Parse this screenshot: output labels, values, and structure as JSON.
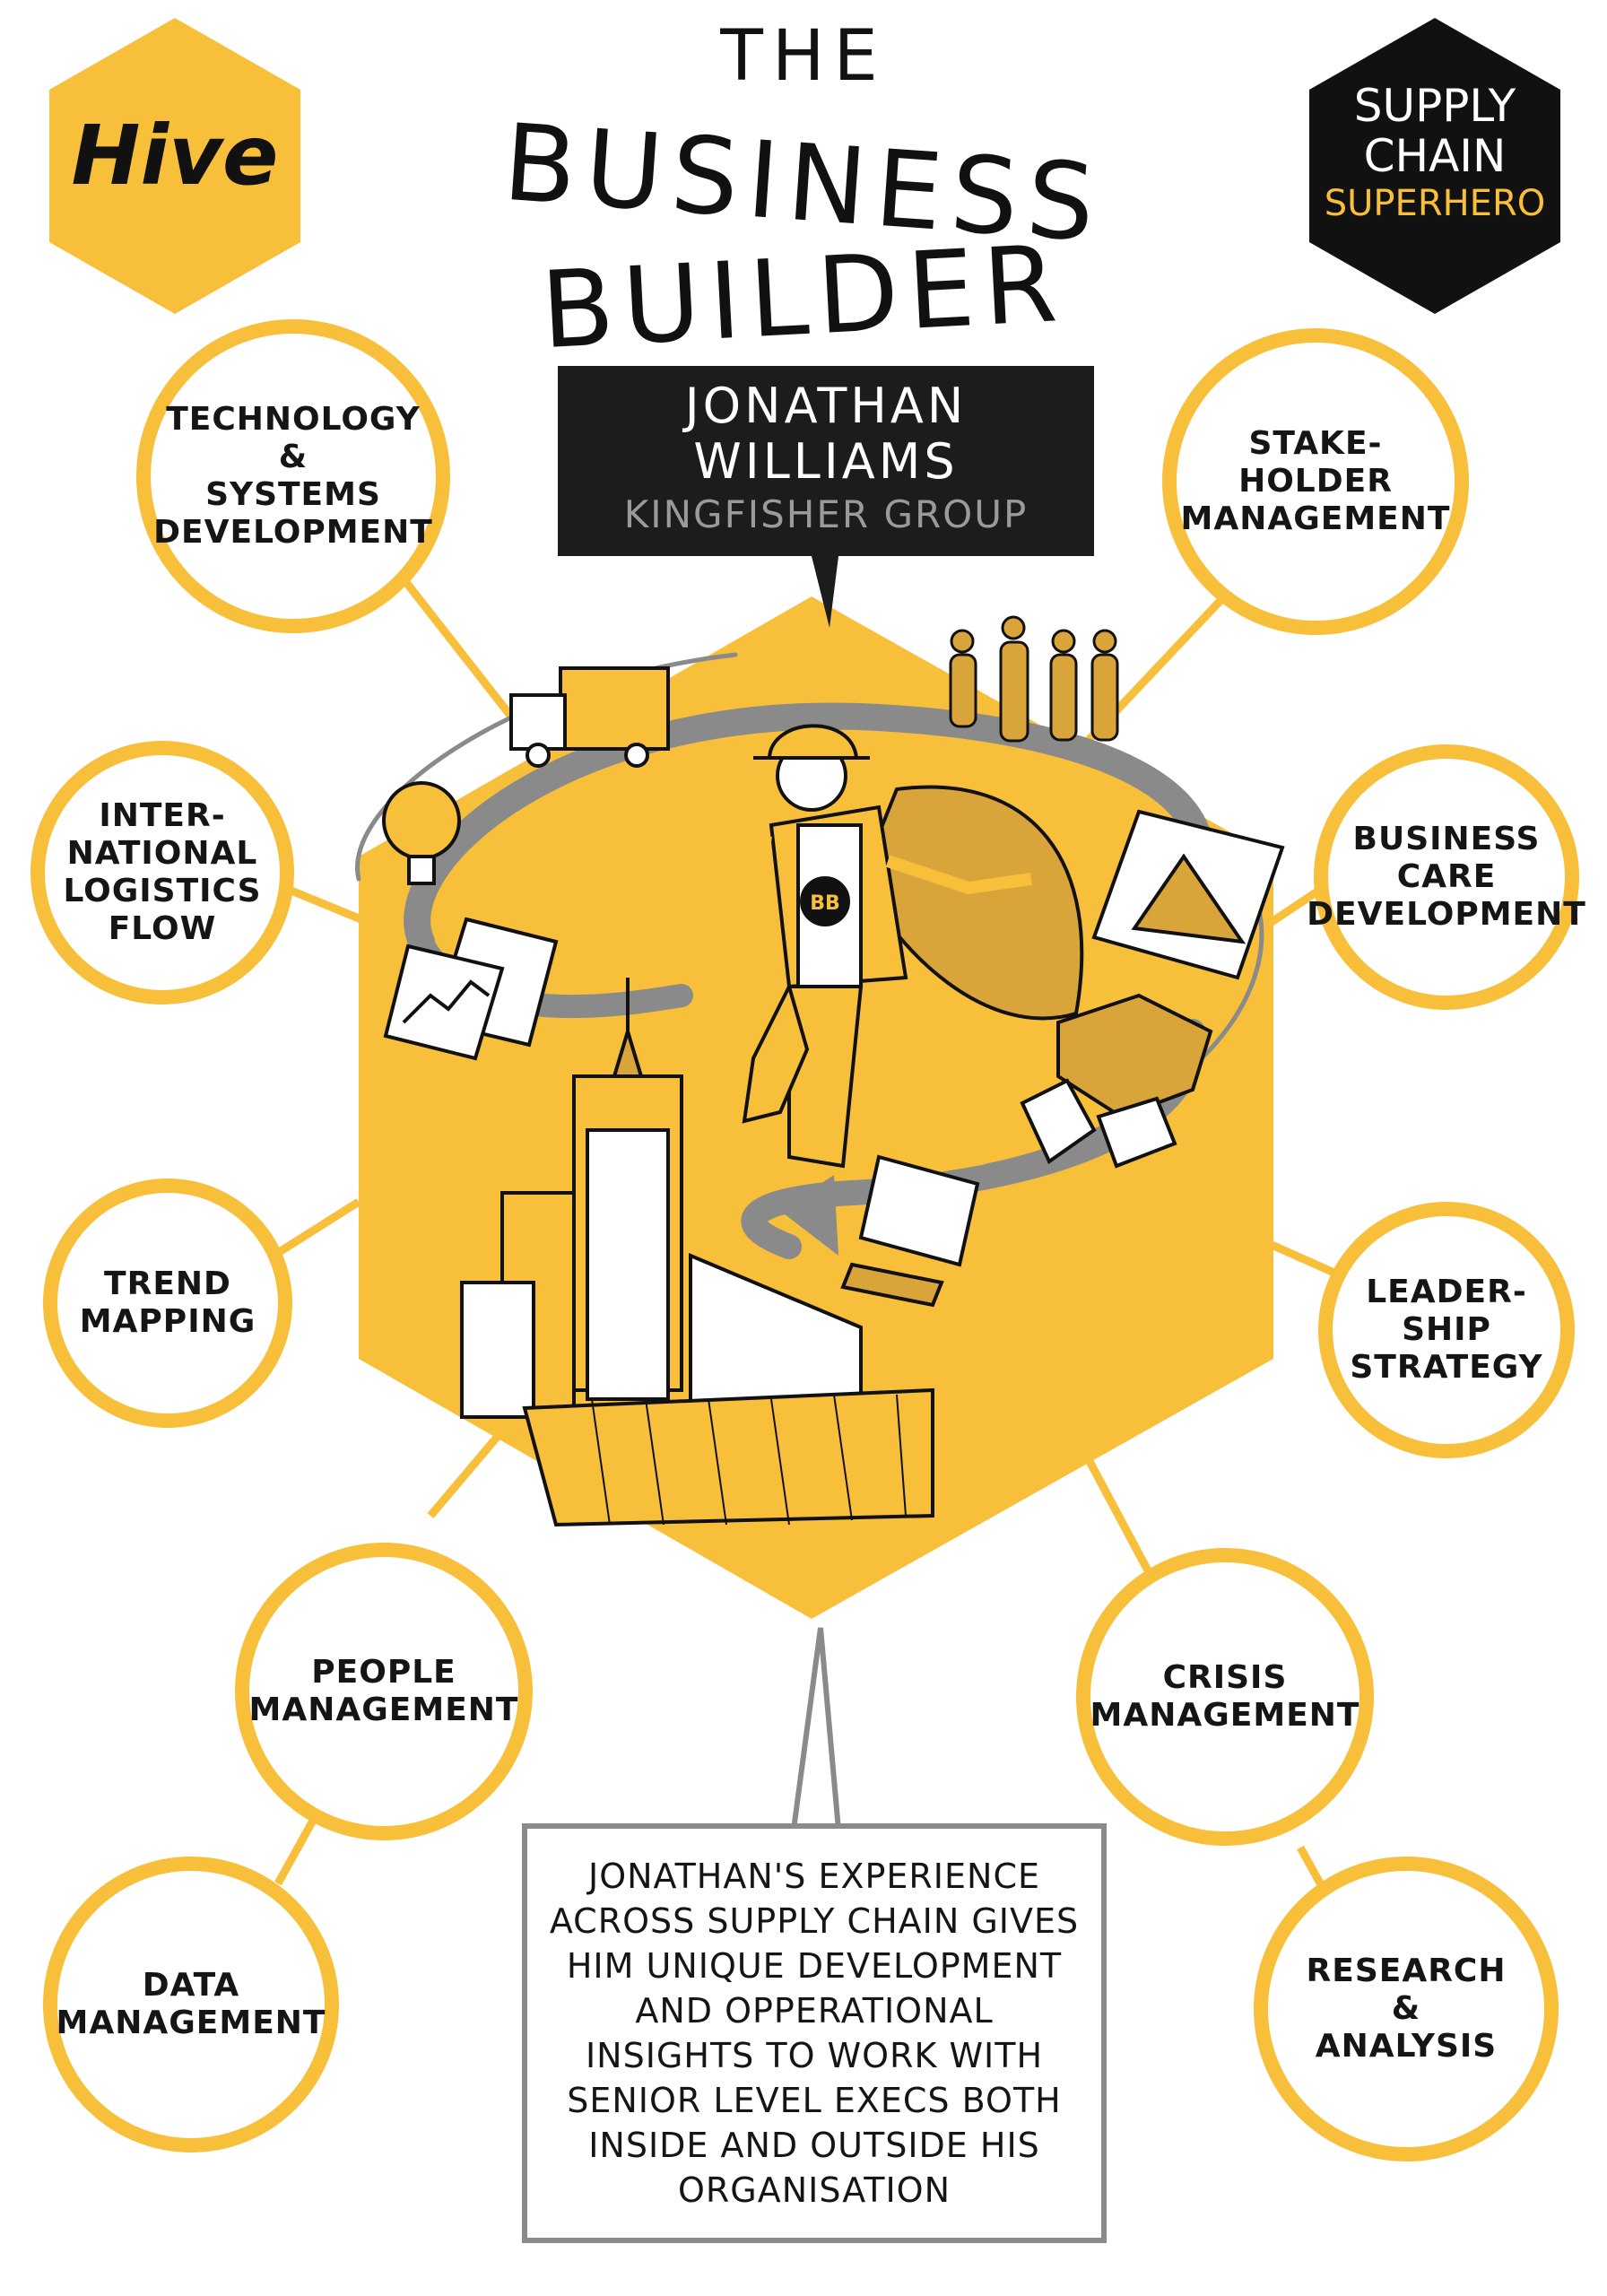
{
  "logo": {
    "text": "Hive",
    "color": "#f7bf3a"
  },
  "badge": {
    "line1": "SUPPLY",
    "line2": "CHAIN",
    "line3": "SUPERHERO",
    "accent": "#f7bf3a"
  },
  "title": {
    "line1": "THE",
    "line2": "BUSINESS",
    "line3": "BUILDER"
  },
  "person": {
    "name_line1": "JONATHAN",
    "name_line2": "WILLIAMS",
    "company": "KINGFISHER GROUP"
  },
  "chest_badge": "BB",
  "nodes": [
    {
      "id": "technology",
      "lines": [
        "TECHNOLOGY",
        "&",
        "SYSTEMS",
        "DEVELOPMENT"
      ]
    },
    {
      "id": "stakeholder",
      "lines": [
        "STAKE-",
        "HOLDER",
        "MANAGEMENT"
      ]
    },
    {
      "id": "logistics",
      "lines": [
        "INTER-",
        "NATIONAL",
        "LOGISTICS",
        "FLOW"
      ]
    },
    {
      "id": "business-care",
      "lines": [
        "BUSINESS",
        "CARE",
        "DEVELOPMENT"
      ]
    },
    {
      "id": "trend",
      "lines": [
        "TREND",
        "MAPPING"
      ]
    },
    {
      "id": "leadership",
      "lines": [
        "LEADER-",
        "SHIP",
        "STRATEGY"
      ]
    },
    {
      "id": "people",
      "lines": [
        "PEOPLE",
        "MANAGEMENT"
      ]
    },
    {
      "id": "crisis",
      "lines": [
        "CRISIS",
        "MANAGEMENT"
      ]
    },
    {
      "id": "data",
      "lines": [
        "DATA",
        "MANAGEMENT"
      ]
    },
    {
      "id": "research",
      "lines": [
        "RESEARCH",
        "&",
        "ANALYSIS"
      ]
    }
  ],
  "note": {
    "lines": [
      "JONATHAN'S EXPERIENCE",
      "ACROSS SUPPLY CHAIN GIVES",
      "HIM UNIQUE DEVELOPMENT",
      "AND OPPERATIONAL",
      "INSIGHTS TO WORK WITH",
      "SENIOR LEVEL EXECS BOTH",
      "INSIDE AND OUTSIDE HIS",
      "ORGANISATION"
    ]
  },
  "colors": {
    "yellow": "#f7bf3a",
    "dark": "#1c1c1c",
    "gold": "#d9a43a",
    "grey": "#8a8a8a"
  }
}
